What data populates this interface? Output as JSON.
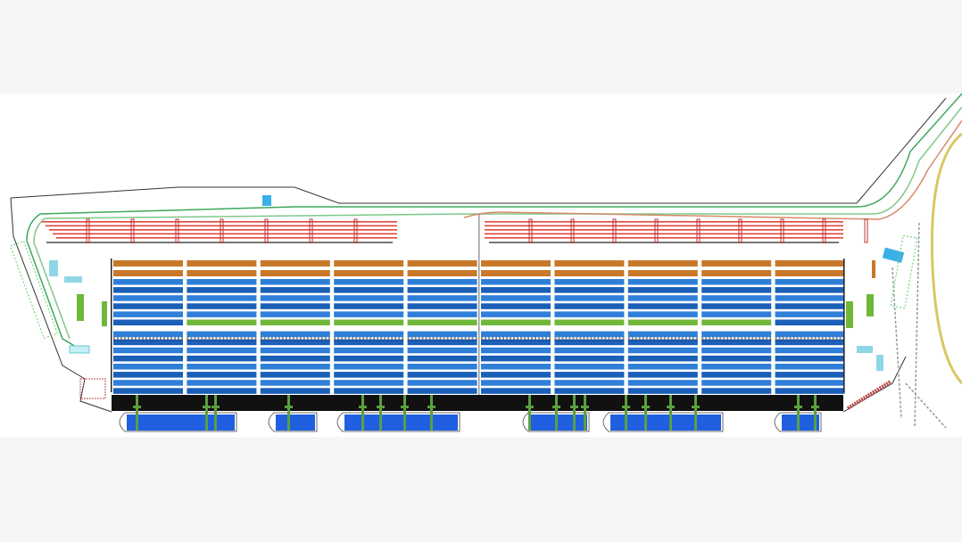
{
  "diagram": {
    "type": "container-terminal-site-plan",
    "yard_block_columns": 10,
    "yard_blue_rows": 14,
    "ship_berths": 6,
    "quay_cranes": 18,
    "colors": {
      "background": "#f6f6f6",
      "site": "#ffffff",
      "yard_block": "#2f7fd9",
      "yard_block_dark": "#1a5fb8",
      "reefer_rows": "#c8782a",
      "green_row": "#6fb83a",
      "rail": "#e0463a",
      "quay_apron": "#111111",
      "ship": "#1f5fe0",
      "road": "#3ea85a",
      "crane": "#5aa040",
      "cad_line": "#9aa09a"
    }
  }
}
